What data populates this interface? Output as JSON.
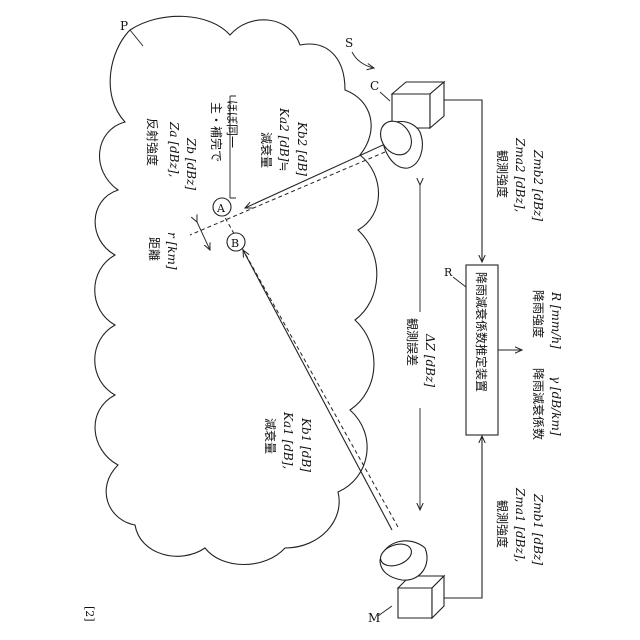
{
  "figure_number": "[2]",
  "labels": {
    "cloud": "P",
    "system": "S",
    "radar_c": "C",
    "radar_m": "M",
    "estimator": "R",
    "point_a": "A",
    "point_b": "B"
  },
  "reflect": {
    "title": "反射強度",
    "za": "Za [dBz],",
    "zb": "Zb [dBz]"
  },
  "bracket_note": {
    "line1": "主・補完で",
    "line2": "ほぼ同一"
  },
  "distance": {
    "title": "距離",
    "value": "r [km]"
  },
  "atten_c": {
    "title": "減衰量",
    "ka2": "Ka2 [dB]≒",
    "kb2": "Kb2 [dB]"
  },
  "atten_m": {
    "title": "減衰量",
    "ka1": "Ka1 [dB],",
    "kb1": "Kb1 [dB]"
  },
  "obs_c": {
    "title": "観測強度",
    "zma2": "Zma2 [dBz],",
    "zmb2": "Zmb2 [dBz]"
  },
  "obs_m": {
    "title": "観測強度",
    "zma1": "Zma1 [dBz],",
    "zmb1": "Zmb1 [dBz]"
  },
  "obs_error": {
    "title": "観測誤差",
    "value": "ΔZ [dBz]"
  },
  "estimator_box": "降雨減衰係数推定装置",
  "output_gamma": {
    "title": "降雨減衰係数",
    "value": "γ [dB/km]"
  },
  "output_rain": {
    "title": "降雨強度",
    "value": "R [mm/h]"
  }
}
